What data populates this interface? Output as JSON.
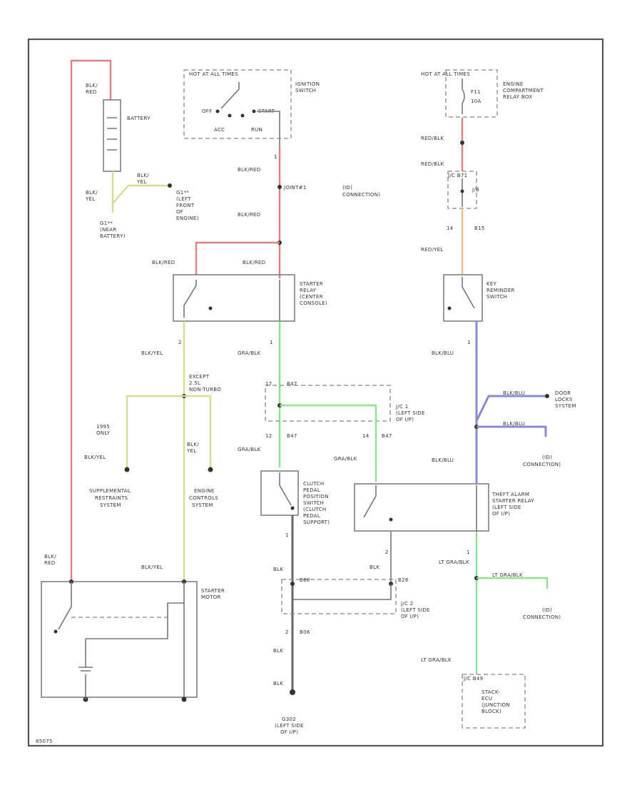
{
  "figure_id": "85075",
  "labels": {
    "bat_wire": [
      "BLK/",
      "RED"
    ],
    "battery": "BATTERY",
    "bat_gnd_wire": [
      "BLK/",
      "YEL"
    ],
    "bat_gnd_wire2": [
      "BLK/",
      "YEL"
    ],
    "g_left_front": [
      "G1**",
      "(LEFT",
      "FRONT",
      "OF",
      "ENGINE)"
    ],
    "g_near_battery": [
      "G1**",
      "(NEAR",
      "BATTERY)"
    ],
    "hot_run_start": "HOT AT ALL TIMES",
    "ignition_switch": [
      "IGNITION",
      "SWITCH"
    ],
    "ign_off": "OFF",
    "ign_start": "START",
    "ign_acc": "ACC",
    "ign_run": "RUN",
    "ign_pin": "1",
    "blk_red_1": "BLK/RED",
    "joint": "JOINT#1",
    "ign_conn": [
      "(ID)",
      "CONNECTION)"
    ],
    "blk_red_2": "BLK/RED",
    "blk_red_3": "BLK/RED",
    "blk_red_4": "BLK/RED",
    "starter_relay": [
      "STARTER",
      "RELAY",
      "(CENTER",
      "CONSOLE)"
    ],
    "sr_pin_a": "2",
    "sr_pin_b": "1",
    "blk_yel_1": "BLK/YEL",
    "gra_blk_1": "GRA/BLK",
    "except_turbo": [
      "EXCEPT",
      "2.5L",
      "NON-TURBO"
    ],
    "year_only": [
      "1995",
      "ONLY"
    ],
    "blk_yel_2": "BLK/YEL",
    "blk_yel_3": [
      "BLK/",
      "YEL"
    ],
    "supplemental": [
      "SUPPLEMENTAL",
      "RESTRAINTS",
      "SYSTEM"
    ],
    "engine_controls": [
      "ENGINE",
      "CONTROLS",
      "SYSTEM"
    ],
    "blk_red_motor": [
      "BLK/",
      "RED"
    ],
    "blk_yel_motor": "BLK/YEL",
    "starter_motor": [
      "STARTER",
      "MOTOR"
    ],
    "jc1_pin": "17",
    "jc1_b": "B47",
    "jc1": [
      "J/C 1",
      "(LEFT SIDE",
      "OF I/P)"
    ],
    "jc1_pin2": "12",
    "jc1_b2": "B47",
    "jc1_pin3": "14",
    "jc1_b3": "B47",
    "gra_blk_2": "GRA/BLK",
    "gra_blk_3": "GRA/BLK",
    "clutch_switch": [
      "CLUTCH",
      "PEDAL",
      "POSITION",
      "SWITCH",
      "(CLUTCH",
      "PEDAL",
      "SUPPORT)"
    ],
    "cl_pin": "1",
    "cl_pin2": "2",
    "blk_1": "BLK",
    "blk_2": "BLK",
    "blk_3": "BLK",
    "blk_4": "BLK",
    "b68": "B68",
    "b28": "B28",
    "jc2": [
      "J/C 2",
      "(LEFT SIDE",
      "OF I/P)"
    ],
    "b06": "B06",
    "pin2b": "2",
    "g_bottom": [
      "G302",
      "(LEFT SIDE",
      "OF I/P)"
    ],
    "hot_always": "HOT AT ALL TIMES",
    "fuse_num": "F11",
    "fuse_amp": "10A",
    "engine_relay_box": [
      "ENGINE",
      "COMPARTMENT",
      "RELAY BOX"
    ],
    "red_blk_1": "RED/BLK",
    "red_blk_2": "RED/BLK",
    "jc_b71": "J/C B71",
    "j_b": "J/B",
    "pin14": "14",
    "b15": "B15",
    "red_yel": "RED/YEL",
    "key_reminder": [
      "KEY",
      "REMINDER",
      "SWITCH"
    ],
    "kr_pin": "1",
    "blk_blu_1": "BLK/BLU",
    "blk_blu_2": "BLK/BLU",
    "blk_blu_3": "BLK/BLU",
    "blk_blu_4": "BLK/BLU",
    "door_locks": [
      "DOOR",
      "LOCKS",
      "SYSTEM"
    ],
    "kr_conn": [
      "(ID)",
      "CONNECTION)"
    ],
    "theft_relay": [
      "THEFT ALARM",
      "STARTER RELAY",
      "(LEFT SIDE",
      "OF I/P)"
    ],
    "ta_pin1": "2",
    "ta_pin2": "1",
    "lt_gra_blk_1": "LT GRA/BLK",
    "lt_gra_blk_2": "LT GRA/BLK",
    "lt_gra_blk_3": "LT GRA/BLK",
    "ta_conn": [
      "(ID)",
      "CONNECTION)"
    ],
    "jc_b49": "J/C B49",
    "stack_ecu": [
      "STACK-",
      "ECU",
      "(JUNCTION",
      "BLOCK)"
    ]
  }
}
